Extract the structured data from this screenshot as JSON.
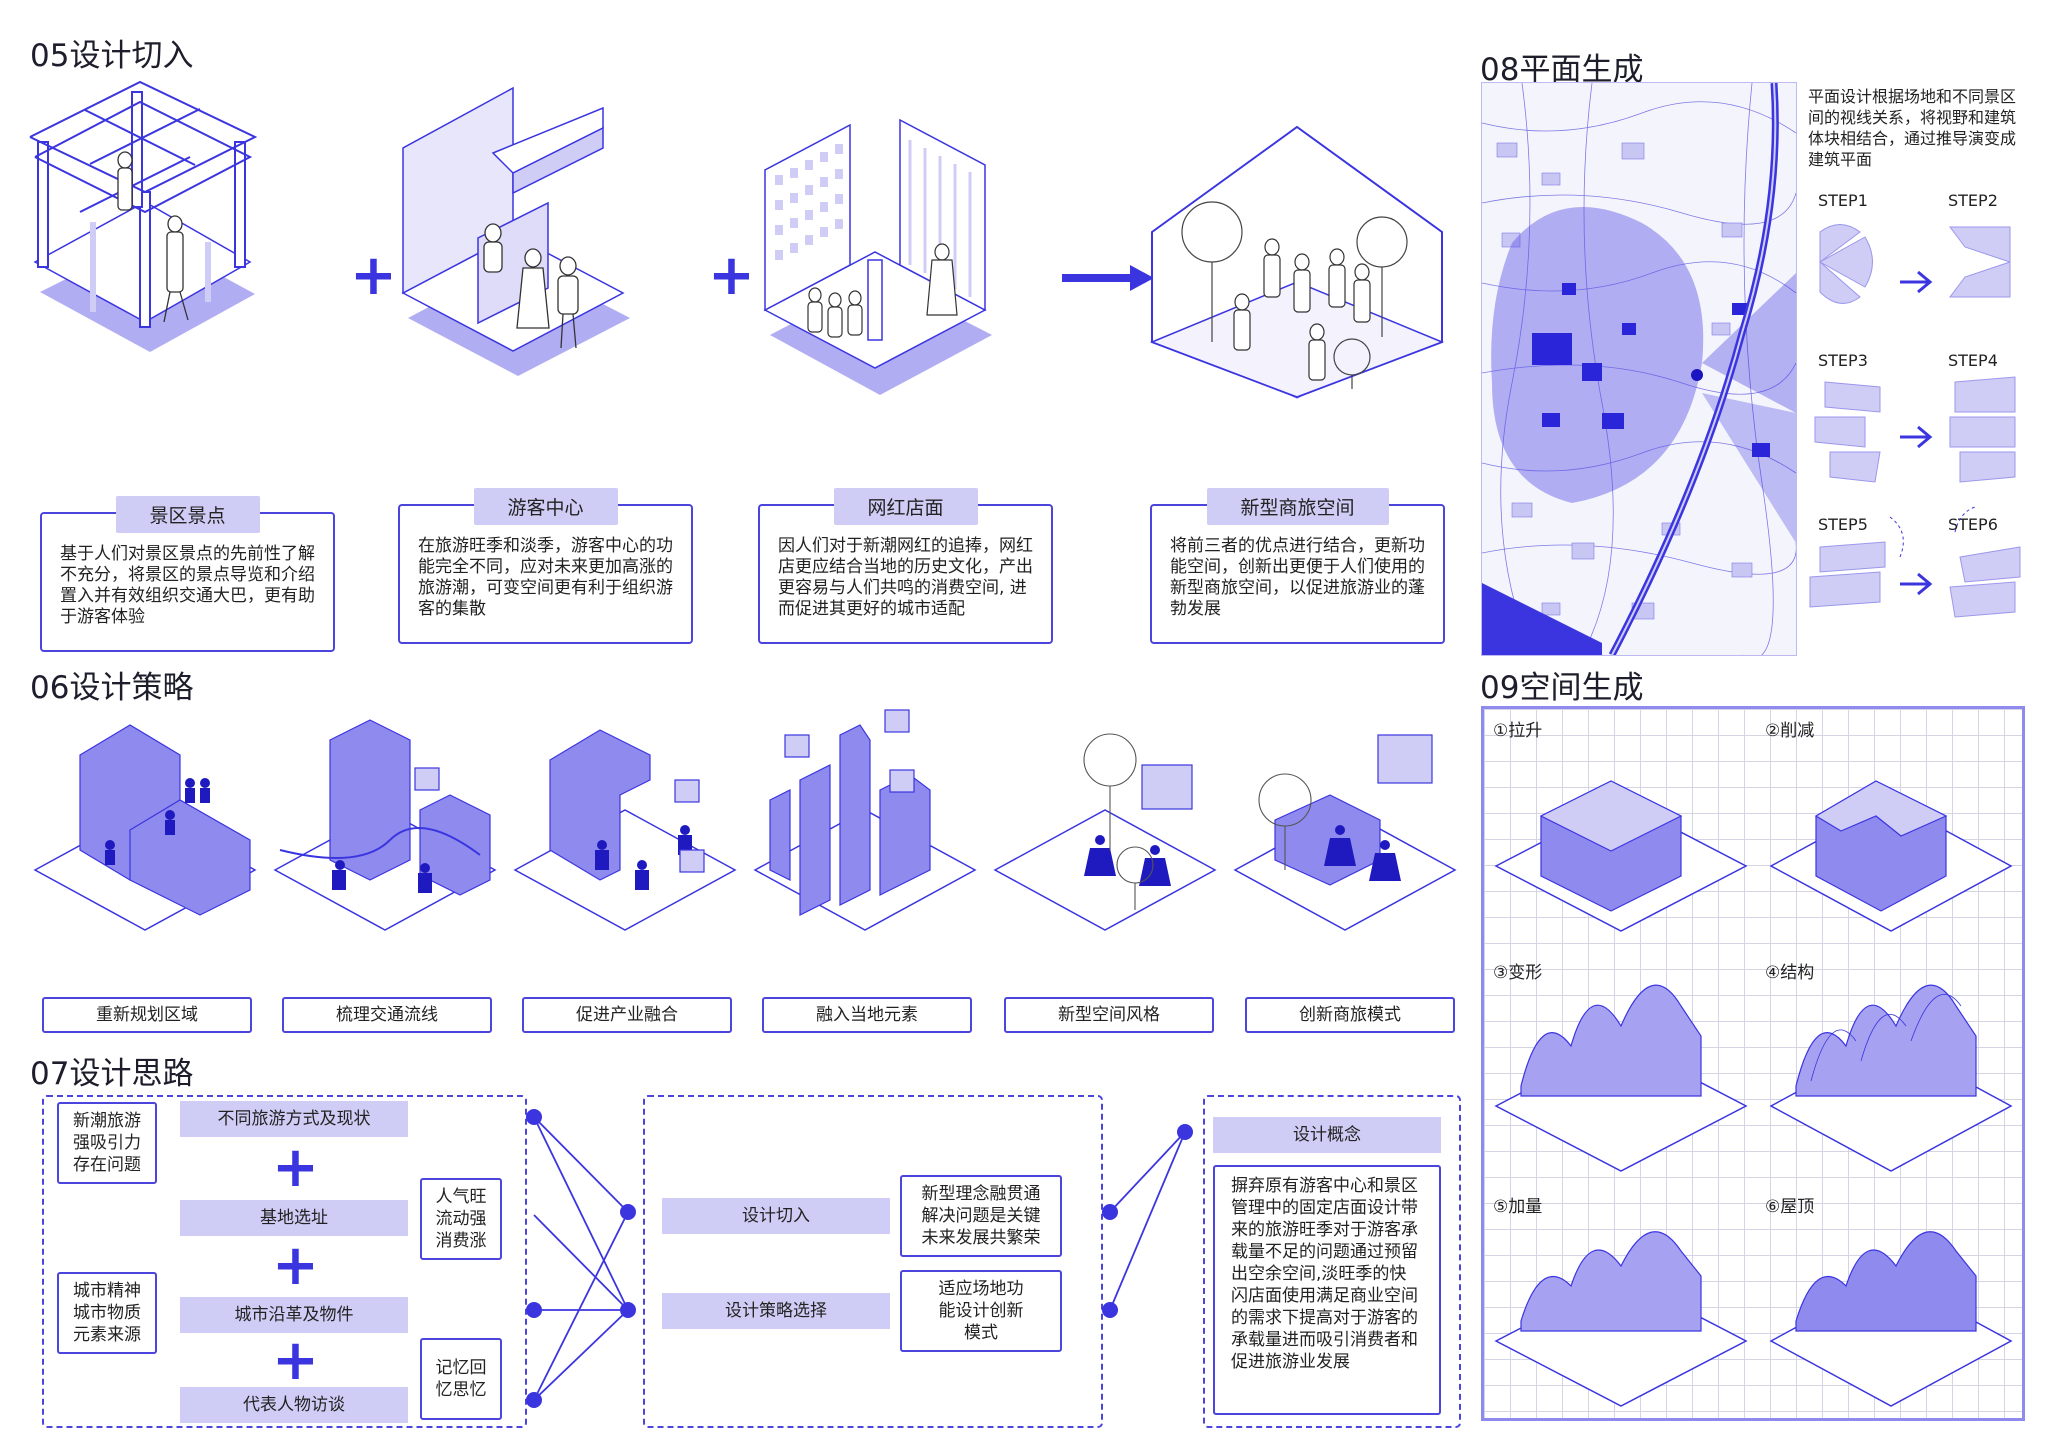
{
  "colors": {
    "accent": "#3b35e0",
    "light": "#cfcdf6",
    "mid": "#8f8aee"
  },
  "sec05": {
    "title": "05设计切入",
    "cards": [
      {
        "tag": "景区景点",
        "text": "基于人们对景区景点的先前性了解不充分，将景区的景点导览和介绍置入并有效组织交通大巴，更有助于游客体验"
      },
      {
        "tag": "游客中心",
        "text": "在旅游旺季和淡季，游客中心的功能完全不同，应对未来更加高涨的旅游潮，可变空间更有利于组织游客的集散"
      },
      {
        "tag": "网红店面",
        "text": "因人们对于新潮网红的追捧，网红店更应结合当地的历史文化，产出更容易与人们共鸣的消费空间, 进而促进其更好的城市适配"
      },
      {
        "tag": "新型商旅空间",
        "text": "将前三者的优点进行结合，更新功能空间，创新出更便于人们使用的新型商旅空间，以促进旅游业的蓬勃发展"
      }
    ]
  },
  "sec06": {
    "title": "06设计策略",
    "labels": [
      "重新规划区域",
      "梳理交通流线",
      "促进产业融合",
      "融入当地元素",
      "新型空间风格",
      "创新商旅模式"
    ]
  },
  "sec07": {
    "title": "07设计思路",
    "left_notes": [
      "新潮旅游强吸引力存在问题",
      "城市精神城市物质元素来源"
    ],
    "bars": [
      "不同旅游方式及现状",
      "基地选址",
      "城市沿革及物件",
      "代表人物访谈"
    ],
    "right_notes": [
      "人气旺流动强消费涨",
      "记忆回忆思忆"
    ],
    "mid_bars": [
      "设计切入",
      "设计策略选择"
    ],
    "mid_notes": [
      "新型理念融贯通解决问题是关键未来发展共繁荣",
      "适应场地功能设计创新模式"
    ],
    "concept_title": "设计概念",
    "concept_text": "摒弃原有游客中心和景区管理中的固定店面设计带来的旅游旺季对于游客承载量不足的问题通过预留出空余空间,淡旺季的快闪店面使用满足商业空间的需求下提高对于游客的承载量进而吸引消费者和促进旅游业发展"
  },
  "sec08": {
    "title": "08平面生成",
    "description": "平面设计根据场地和不同景区间的视线关系，将视野和建筑体块相结合，通过推导演变成建筑平面",
    "steps": [
      "STEP1",
      "STEP2",
      "STEP3",
      "STEP4",
      "STEP5",
      "STEP6"
    ]
  },
  "sec09": {
    "title": "09空间生成",
    "cells": [
      "①拉升",
      "②削减",
      "③变形",
      "④结构",
      "⑤加量",
      "⑥屋顶"
    ]
  }
}
